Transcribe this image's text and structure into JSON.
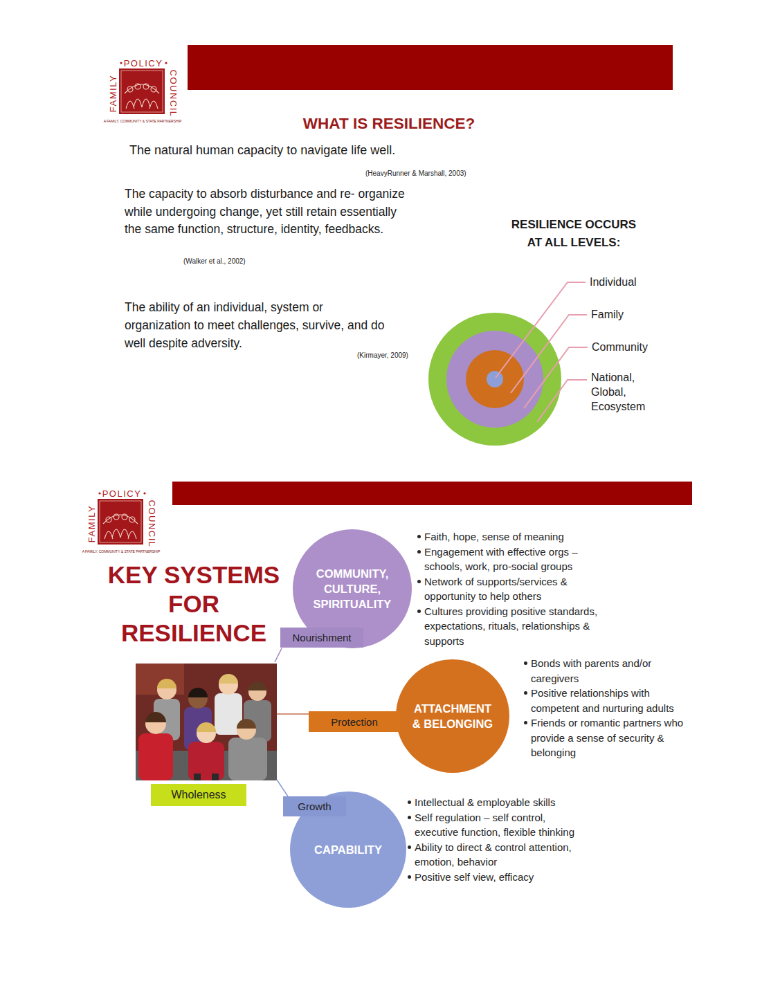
{
  "diagram": {
    "title": "WHAT IS RESILIENCE?",
    "nodes": [
      {
        "text": [
          "National, Global, Ecosystem"
        ]
      },
      {
        "text": [
          "Community"
        ],
        "in": 0
      },
      {
        "text": [
          "Family"
        ],
        "in": 1
      },
      {
        "text": [
          "Individual"
        ],
        "in": 2
      },
      {
        "text": [
          "COMMUNITY, CULTURE, SPIRITUALITY",
          "Faith, hope, sense of meaning",
          "Engagement with effective orgs – schools, work, pro-social groups",
          "Network of supports/services & opportunity to help others",
          "Cultures providing positive standards, expectations, rituals, relationships & supports"
        ]
      },
      {
        "text": [
          "Nourishment"
        ]
      },
      {
        "text": [
          "ATTACHMENT & BELONGING",
          "Bonds with parents and/or caregivers",
          "Positive relationships with competent and nurturing adults",
          "Friends or romantic partners who provide a sense of security & belonging"
        ]
      },
      {
        "text": [
          "Protection"
        ]
      },
      {
        "text": [
          "Wholeness"
        ]
      },
      {
        "text": [
          "CAPABILITY",
          "Intellectual & employable skills",
          "Self regulation – self control, executive function, flexible thinking",
          "Ability to direct & control attention, emotion, behavior",
          "Positive self view, efficacy"
        ]
      },
      {
        "text": [
          "Growth"
        ]
      }
    ],
    "labels": [
      "POLICY",
      "FAMILY",
      "COUNCIL",
      "A FAMILY, COMMUNITY & STATE PARTNERSHIP",
      "The natural human capacity to navigate life well.",
      "(HeavyRunner & Marshall, 2003)",
      "The capacity to absorb disturbance and re- organize while undergoing change, yet still retain essentially the same function, structure, identity, feedbacks.",
      "(Walker et al., 2002)",
      "The ability of an individual, system or organization to meet challenges, survive, and do well despite adversity.",
      "(Kirmayer, 2009)",
      "RESILIENCE OCCURS AT ALL LEVELS:",
      "POLICY",
      "FAMILY",
      "COUNCIL",
      "A FAMILY, COMMUNITY & STATE PARTNERSHIP",
      "KEY SYSTEMS FOR RESILIENCE"
    ]
  }
}
